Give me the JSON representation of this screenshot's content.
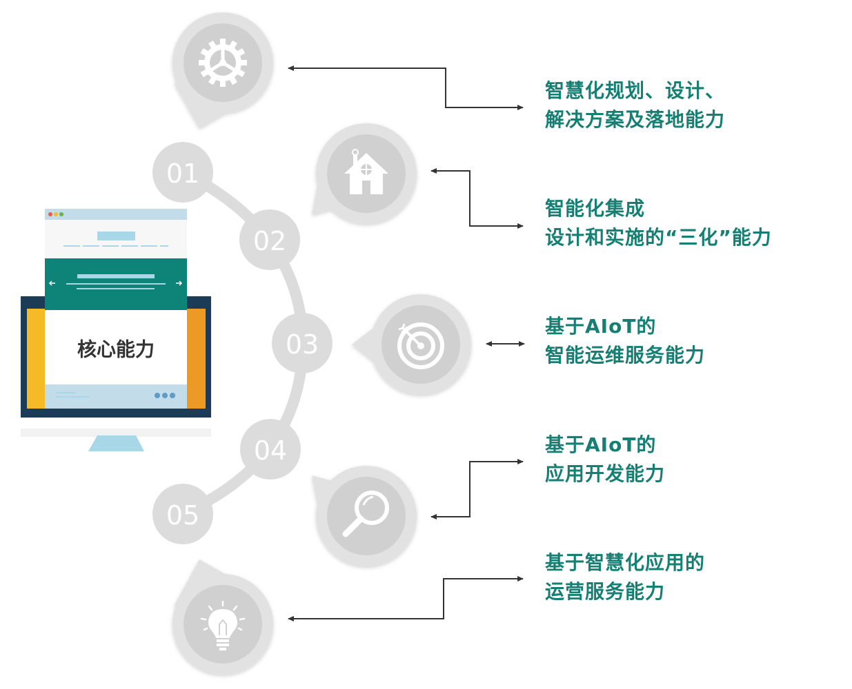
{
  "core": {
    "label": "核心能力",
    "colors": {
      "teal": "#0e8478",
      "yellow": "#f4bb27",
      "orange": "#ec9a25",
      "navy": "#1c3b57",
      "lightblue": "#a8d8e8"
    }
  },
  "steps": [
    {
      "number": "01",
      "icon": "gear-icon",
      "lines": [
        "智慧化规划、设计、",
        "解决方案及落地能力"
      ]
    },
    {
      "number": "02",
      "icon": "house-icon",
      "lines": [
        "智能化集成",
        "设计和实施的“三化”能力"
      ]
    },
    {
      "number": "03",
      "icon": "target-icon",
      "lines": [
        "基于AIoT的",
        "智能运维服务能力"
      ]
    },
    {
      "number": "04",
      "icon": "magnifier-icon",
      "lines": [
        "基于AIoT的",
        "应用开发能力"
      ]
    },
    {
      "number": "05",
      "icon": "lightbulb-icon",
      "lines": [
        "基于智慧化应用的",
        "运营服务能力"
      ]
    }
  ],
  "colors": {
    "caption": "#147f72",
    "arc": "#dcdcdc",
    "pin": "#e2e2e2",
    "icon_circle": "#d0d0d0",
    "arrow": "#333333"
  }
}
